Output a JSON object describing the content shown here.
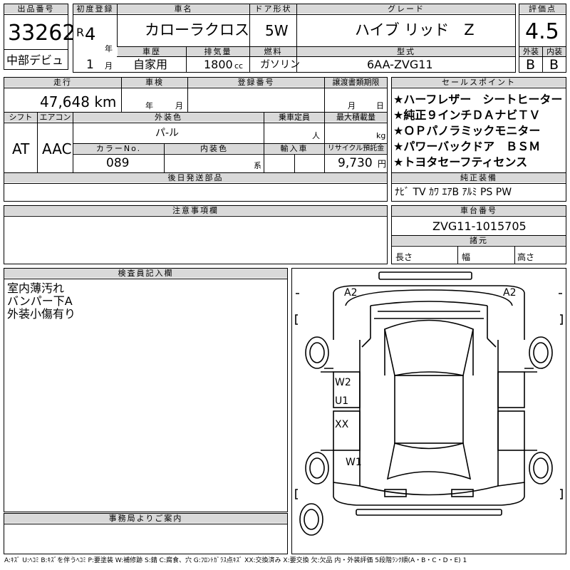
{
  "header": {
    "lot_label": "出品番号",
    "lot_number": "33262",
    "event": "中部デビュ",
    "first_reg_label": "初度登録",
    "era": "R",
    "year_num": "4",
    "year_unit": "年",
    "month_num": "1",
    "month_unit": "月",
    "car_name_label": "車名",
    "car_name": "カローラクロス",
    "door_label": "ドア形状",
    "door": "5W",
    "grade_label": "グレード",
    "grade": "ハイブ リッド　Z",
    "score_label": "評価点",
    "score": "4.5",
    "history_label": "車歴",
    "history": "自家用",
    "displacement_label": "排気量",
    "displacement": "1800",
    "displacement_unit": "cc",
    "fuel_label": "燃料",
    "fuel": "ガソリン",
    "model_label": "型式",
    "model": "6AA-ZVG11",
    "exterior_label": "外装",
    "exterior": "B",
    "interior_label": "内装",
    "interior": "B"
  },
  "specs": {
    "mileage_label": "走行",
    "mileage": "47,648 km",
    "inspection_label": "車検",
    "inspection_year_unit": "年",
    "inspection_month_unit": "月",
    "reg_no_label": "登録番号",
    "transfer_doc_label": "譲渡書類期限",
    "transfer_month_unit": "月",
    "transfer_day_unit": "日",
    "shift_label": "シフト",
    "shift": "AT",
    "ac_label": "エアコン",
    "ac": "AAC",
    "color_label": "外装色",
    "color": "パ-ル",
    "capacity_label": "乗車定員",
    "capacity_unit": "人",
    "max_load_label": "最大積載量",
    "max_load_unit": "kg",
    "color_no_label": "カラーNo.",
    "color_no": "089",
    "interior_color_label": "内装色",
    "interior_color_unit": "系",
    "import_label": "輸入車",
    "recycle_label": "リサイクル預託金",
    "recycle": "9,730",
    "recycle_unit": "円",
    "later_parts_label": "後日発送部品"
  },
  "sales_points": {
    "label": "セールスポイント",
    "items": [
      "★ハーフレザー　シートヒーター",
      "★純正９インチＤＡナビＴＶ",
      "★ＯＰパノラミックモニター",
      "★パワーバックドア　ＢＳＭ",
      "★トヨタセーフティセンス"
    ]
  },
  "equipment": {
    "label": "純正装備",
    "items": "ﾅﾋﾞ TV ｶﾜ ｴｱB ｱﾙﾐ PS PW"
  },
  "notes_label": "注意事項欄",
  "chassis": {
    "label": "車台番号",
    "number": "ZVG11-1015705",
    "dims_label": "諸元",
    "length_label": "長さ",
    "width_label": "幅",
    "height_label": "高さ"
  },
  "inspector": {
    "label": "検査員記入欄",
    "lines": [
      "室内薄汚れ",
      "バンパー下A",
      "外装小傷有り"
    ]
  },
  "office": {
    "label": "事務局よりご案内"
  },
  "diagram": {
    "marks": {
      "front_left": "A2",
      "front_right": "A2",
      "door_w2": "W2",
      "door_u1": "U1",
      "rear_door": "XX",
      "quarter": "W1"
    }
  },
  "legend": "A:ｷｽﾞ U:ﾍｺﾐ B:ｷｽﾞを伴うﾍｺﾐ P:要塗装 W:補修跡 S:錆 C:腐食、穴 G:ﾌﾛﾝﾄｶﾞﾗｽ点ｷｽﾞ XX:交換済み X:要交換 欠:欠品 内・外装評価 5段階ﾗﾝｸ順(A・B・C・D・E) 1"
}
